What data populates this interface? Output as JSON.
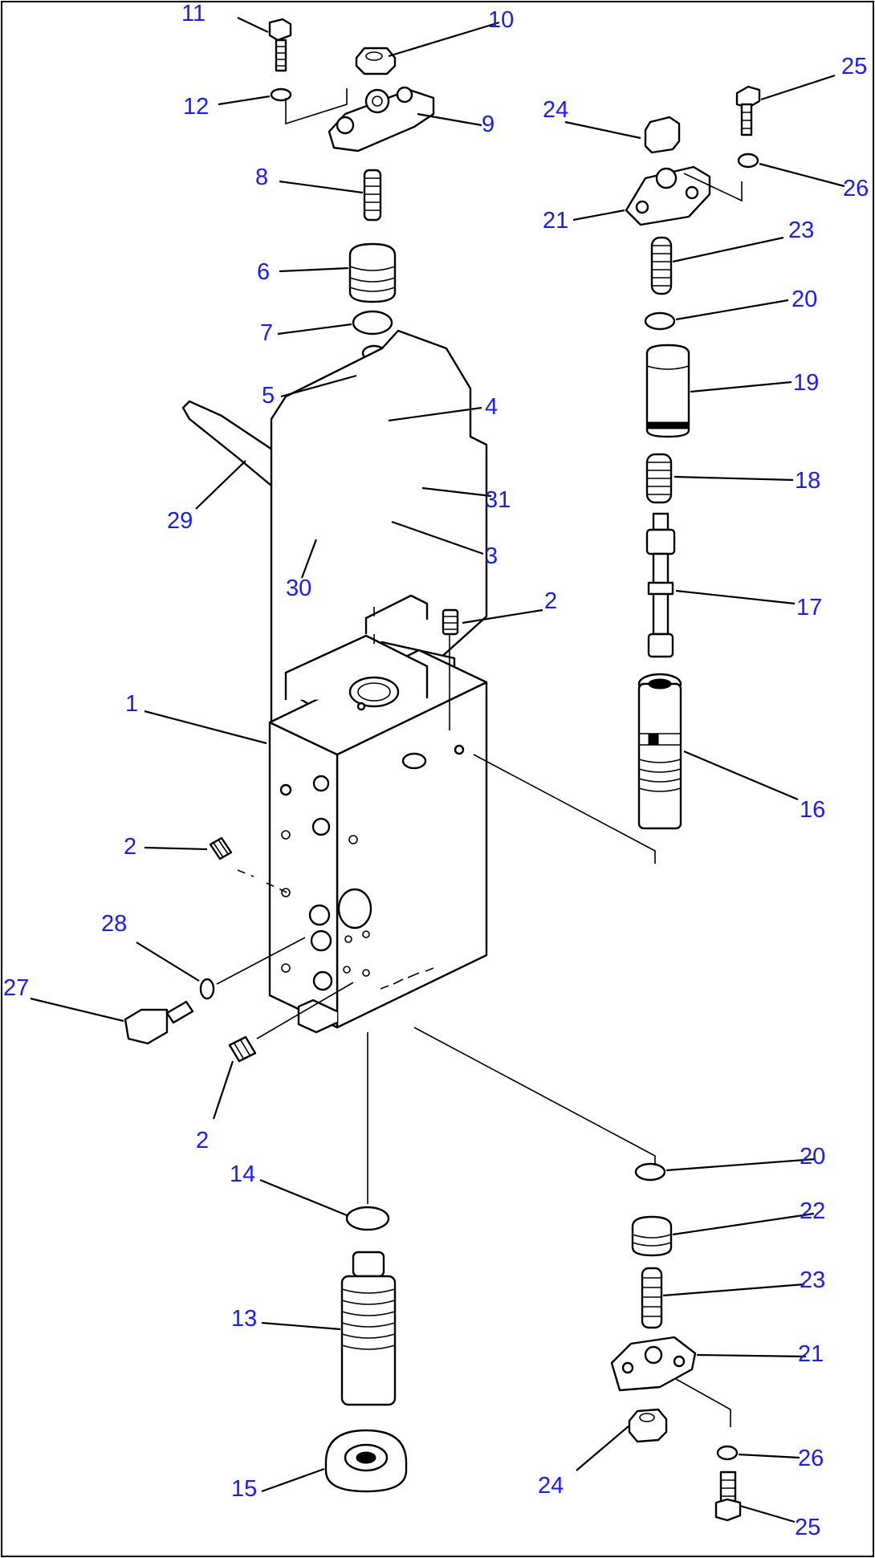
{
  "diagram": {
    "callouts": [
      {
        "id": "c11a",
        "text": "11"
      },
      {
        "id": "c10",
        "text": "10"
      },
      {
        "id": "c12",
        "text": "12"
      },
      {
        "id": "c9",
        "text": "9"
      },
      {
        "id": "c8",
        "text": "8"
      },
      {
        "id": "c6",
        "text": "6"
      },
      {
        "id": "c7",
        "text": "7"
      },
      {
        "id": "c5",
        "text": "5"
      },
      {
        "id": "c4",
        "text": "4"
      },
      {
        "id": "c29",
        "text": "29"
      },
      {
        "id": "c31",
        "text": "31"
      },
      {
        "id": "c3",
        "text": "3"
      },
      {
        "id": "c30",
        "text": "30"
      },
      {
        "id": "c2a",
        "text": "2"
      },
      {
        "id": "c1",
        "text": "1"
      },
      {
        "id": "c2b",
        "text": "2"
      },
      {
        "id": "c28",
        "text": "28"
      },
      {
        "id": "c27",
        "text": "27"
      },
      {
        "id": "c2c",
        "text": "2"
      },
      {
        "id": "c14",
        "text": "14"
      },
      {
        "id": "c13",
        "text": "13"
      },
      {
        "id": "c15",
        "text": "15"
      },
      {
        "id": "c25a",
        "text": "25"
      },
      {
        "id": "c24a",
        "text": "24"
      },
      {
        "id": "c26a",
        "text": "26"
      },
      {
        "id": "c21a",
        "text": "21"
      },
      {
        "id": "c23a",
        "text": "23"
      },
      {
        "id": "c20a",
        "text": "20"
      },
      {
        "id": "c19",
        "text": "19"
      },
      {
        "id": "c18",
        "text": "18"
      },
      {
        "id": "c17",
        "text": "17"
      },
      {
        "id": "c16",
        "text": "16"
      },
      {
        "id": "c20b",
        "text": "20"
      },
      {
        "id": "c22",
        "text": "22"
      },
      {
        "id": "c23b",
        "text": "23"
      },
      {
        "id": "c21b",
        "text": "21"
      },
      {
        "id": "c24b",
        "text": "24"
      },
      {
        "id": "c26b",
        "text": "26"
      },
      {
        "id": "c25b",
        "text": "25"
      }
    ]
  }
}
